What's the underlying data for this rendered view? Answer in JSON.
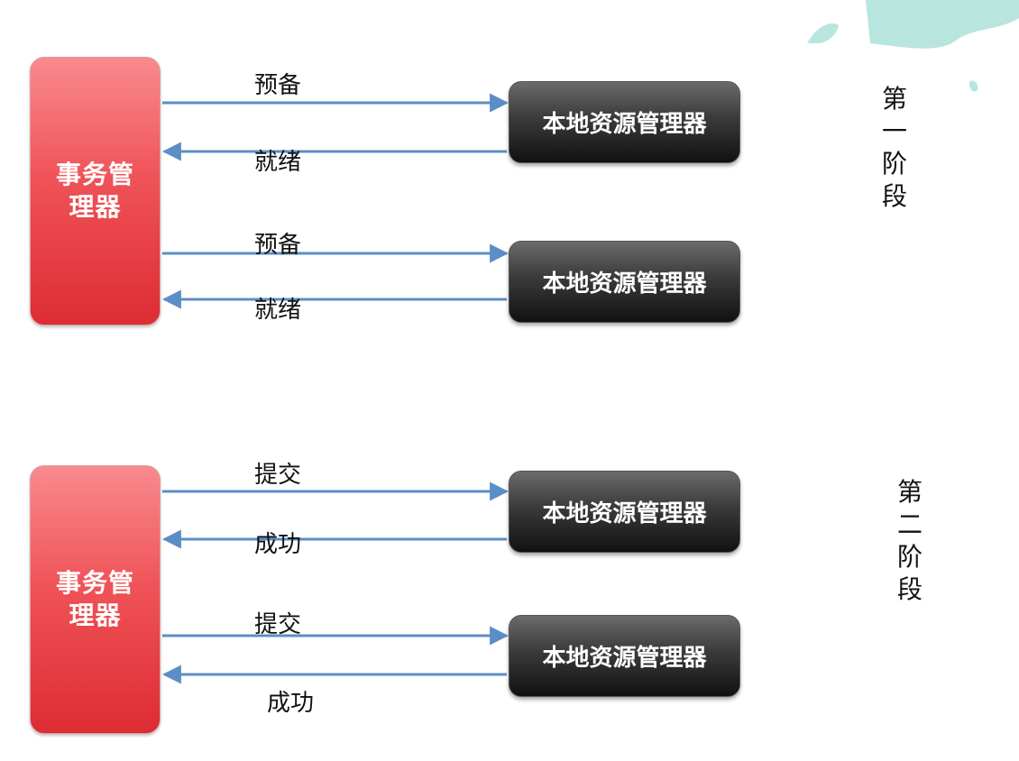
{
  "phase1": {
    "label": "第一阶段",
    "transaction_manager": "事务管理器",
    "resource_managers": [
      {
        "label": "本地资源管理器",
        "request": "预备",
        "response": "就绪"
      },
      {
        "label": "本地资源管理器",
        "request": "预备",
        "response": "就绪"
      }
    ]
  },
  "phase2": {
    "label": "第二阶段",
    "transaction_manager": "事务管理器",
    "resource_managers": [
      {
        "label": "本地资源管理器",
        "request": "提交",
        "response": "成功"
      },
      {
        "label": "本地资源管理器",
        "request": "提交",
        "response": "成功"
      }
    ]
  },
  "colors": {
    "arrow": "#5b8ec6",
    "transaction_manager": "#ef5358",
    "resource_manager": "#2a2a2a",
    "decoration": "#b9e5df"
  }
}
